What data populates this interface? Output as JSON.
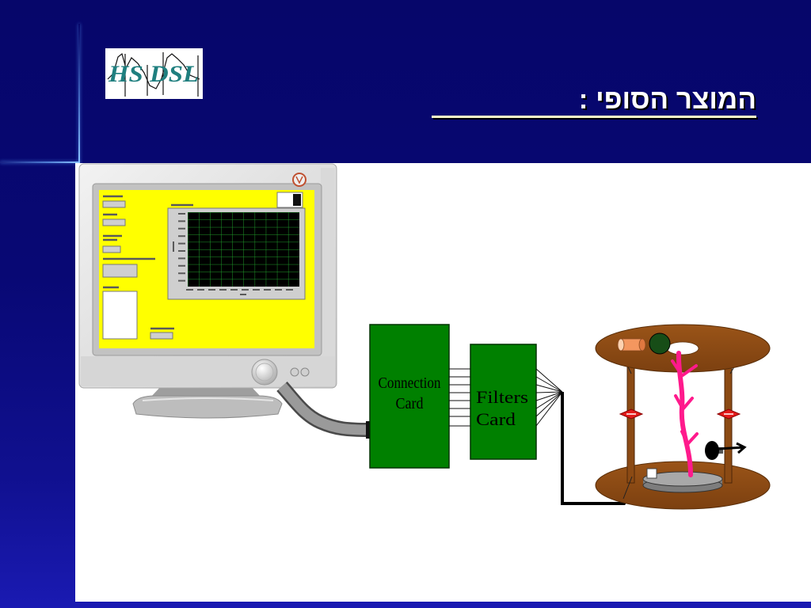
{
  "slide": {
    "title": "המוצר הסופי :",
    "logo_text": "HS DSL"
  },
  "diagram": {
    "connection_card": [
      "Connection",
      "Card"
    ],
    "filters_card": [
      "Filters",
      "Card"
    ]
  },
  "colors": {
    "background": "#07076c",
    "accent_line": "#8cc4ff",
    "content_background": "#ffffff",
    "title_text": "#ffffff",
    "title_underline": "#ffffc8",
    "logo_text": "#1f7f7f",
    "card_fill": "#008000",
    "screen_panel": "#ffff00",
    "plot_background": "#000000",
    "plot_grid": "#1f9a2a",
    "disk": "#8b4a14",
    "stem": "#ff1a8c",
    "wire": "#000000"
  }
}
